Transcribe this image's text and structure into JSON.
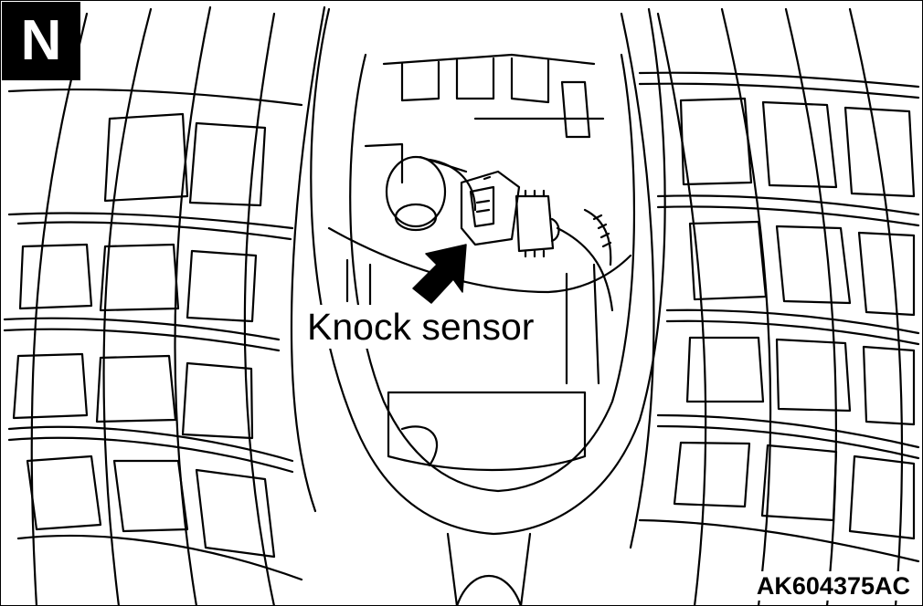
{
  "badge": {
    "text": "N"
  },
  "callout": {
    "label": "Knock sensor"
  },
  "figure_code": "AK604375AC"
}
